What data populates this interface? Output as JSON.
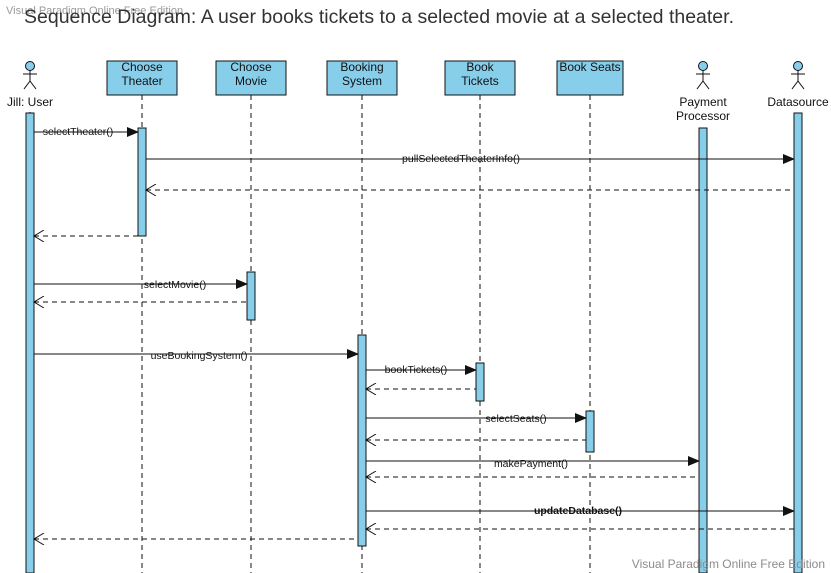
{
  "watermark_top": "Visual Paradigm Online Free Edition",
  "watermark_bottom": "Visual Paradigm Online Free Edition",
  "title": "Sequence Diagram: A user books tickets to a selected movie at a selected theater.",
  "participants": [
    {
      "label": "Jill: User",
      "kind": "actor"
    },
    {
      "label": "Choose Theater",
      "kind": "object"
    },
    {
      "label": "Choose Movie",
      "kind": "object"
    },
    {
      "label": "Booking System",
      "kind": "object"
    },
    {
      "label": "Book Tickets",
      "kind": "object"
    },
    {
      "label": "Book Seats",
      "kind": "object"
    },
    {
      "label": "Payment Processor",
      "kind": "actor"
    },
    {
      "label": "Datasource",
      "kind": "actor"
    }
  ],
  "messages": [
    {
      "label": "selectTheater()",
      "from": "Jill: User",
      "to": "Choose Theater",
      "type": "call"
    },
    {
      "label": "pullSelectedTheaterInfo()",
      "from": "Choose Theater",
      "to": "Datasource",
      "type": "call"
    },
    {
      "label": "",
      "from": "Datasource",
      "to": "Choose Theater",
      "type": "return"
    },
    {
      "label": "",
      "from": "Choose Theater",
      "to": "Jill: User",
      "type": "return"
    },
    {
      "label": "selectMovie()",
      "from": "Jill: User",
      "to": "Choose Movie",
      "type": "call"
    },
    {
      "label": "",
      "from": "Choose Movie",
      "to": "Jill: User",
      "type": "return"
    },
    {
      "label": "useBookingSystem()",
      "from": "Jill: User",
      "to": "Booking System",
      "type": "call"
    },
    {
      "label": "bookTickets()",
      "from": "Booking System",
      "to": "Book Tickets",
      "type": "call"
    },
    {
      "label": "",
      "from": "Book Tickets",
      "to": "Booking System",
      "type": "return"
    },
    {
      "label": "selectSeats()",
      "from": "Booking System",
      "to": "Book Seats",
      "type": "call"
    },
    {
      "label": "",
      "from": "Book Seats",
      "to": "Booking System",
      "type": "return"
    },
    {
      "label": "makePayment()",
      "from": "Booking System",
      "to": "Payment Processor",
      "type": "call"
    },
    {
      "label": "",
      "from": "Payment Processor",
      "to": "Booking System",
      "type": "return"
    },
    {
      "label": "updateDatabase()",
      "from": "Booking System",
      "to": "Datasource",
      "type": "call"
    },
    {
      "label": "",
      "from": "Datasource",
      "to": "Booking System",
      "type": "return"
    },
    {
      "label": "",
      "from": "Booking System",
      "to": "Jill: User",
      "type": "return"
    }
  ],
  "colors": {
    "box_fill": "#87ceeb",
    "activation_fill": "#87ceeb",
    "line": "#111111"
  }
}
